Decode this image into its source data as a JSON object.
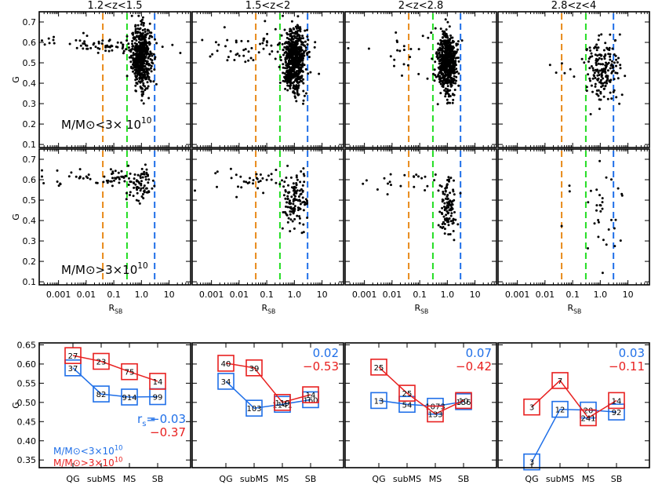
{
  "colors": {
    "qg": "#e88a1a",
    "subms": "#22dd22",
    "ms": "#1f6fe8",
    "low_mass": "#1f6fe8",
    "high_mass": "#e8201f",
    "points": "#000000"
  },
  "chart_data": [
    {
      "type": "scatter",
      "panel_grid": "2 rows x 4 columns",
      "row_labels": [
        "M/M⊙<3× 10^10",
        "M/M⊙>3×10^10"
      ],
      "column_titles": [
        "1.2<z<1.5",
        "1.5<z<2",
        "2<z<2.8",
        "2.8<z<4"
      ],
      "xlabel": "R_SB",
      "ylabel": "G",
      "xscale": "log",
      "xlim": [
        0.0002,
        60
      ],
      "ylim": [
        0.085,
        0.75
      ],
      "xtick_labels": [
        "0.001",
        "0.01",
        "0.1",
        "1.0",
        "10"
      ],
      "xticks": [
        0.001,
        0.01,
        0.1,
        1.0,
        10
      ],
      "yticks": [
        0.1,
        0.2,
        0.3,
        0.4,
        0.5,
        0.6,
        0.7
      ],
      "ytick_labels": [
        "0.1",
        "0.2",
        "0.3",
        "0.4",
        "0.5",
        "0.6",
        "0.7"
      ],
      "vertical_lines": [
        {
          "x": 0.04,
          "color": "qg",
          "style": "dashed"
        },
        {
          "x": 0.3,
          "color": "subms",
          "style": "dashed"
        },
        {
          "x": 3.0,
          "color": "ms",
          "style": "dashed"
        }
      ],
      "clusters": [
        [
          {
            "x": 1.0,
            "y": 0.53,
            "sx": 0.18,
            "sy": 0.075,
            "n": 550
          },
          {
            "x": 0.03,
            "y": 0.59,
            "sx": 1.0,
            "sy": 0.02,
            "n": 70
          }
        ],
        [
          {
            "x": 1.0,
            "y": 0.51,
            "sx": 0.2,
            "sy": 0.075,
            "n": 650
          },
          {
            "x": 0.05,
            "y": 0.56,
            "sx": 1.0,
            "sy": 0.05,
            "n": 60
          }
        ],
        [
          {
            "x": 1.0,
            "y": 0.5,
            "sx": 0.18,
            "sy": 0.075,
            "n": 600
          },
          {
            "x": 0.05,
            "y": 0.56,
            "sx": 1.0,
            "sy": 0.05,
            "n": 25
          }
        ],
        [
          {
            "x": 1.2,
            "y": 0.47,
            "sx": 0.3,
            "sy": 0.08,
            "n": 180
          },
          {
            "x": 0.05,
            "y": 0.44,
            "sx": 0.8,
            "sy": 0.05,
            "n": 6
          }
        ],
        [
          {
            "x": 1.0,
            "y": 0.58,
            "sx": 0.25,
            "sy": 0.04,
            "n": 70
          },
          {
            "x": 0.03,
            "y": 0.61,
            "sx": 0.9,
            "sy": 0.02,
            "n": 55
          }
        ],
        [
          {
            "x": 1.0,
            "y": 0.5,
            "sx": 0.22,
            "sy": 0.07,
            "n": 120
          },
          {
            "x": 0.05,
            "y": 0.6,
            "sx": 0.9,
            "sy": 0.025,
            "n": 40
          }
        ],
        [
          {
            "x": 1.1,
            "y": 0.45,
            "sx": 0.15,
            "sy": 0.07,
            "n": 110
          },
          {
            "x": 0.05,
            "y": 0.59,
            "sx": 0.9,
            "sy": 0.03,
            "n": 25
          }
        ],
        [
          {
            "x": 1.3,
            "y": 0.44,
            "sx": 0.3,
            "sy": 0.09,
            "n": 32
          },
          {
            "x": 0.04,
            "y": 0.48,
            "sx": 0.3,
            "sy": 0.06,
            "n": 3
          }
        ]
      ]
    },
    {
      "type": "line",
      "categories": [
        "QG",
        "subMS",
        "MS",
        "SB"
      ],
      "ylabel": "G",
      "ylim": [
        0.33,
        0.655
      ],
      "yticks": [
        0.35,
        0.4,
        0.45,
        0.5,
        0.55,
        0.6,
        0.65
      ],
      "ytick_labels": [
        "0.35",
        "0.40",
        "0.45",
        "0.50",
        "0.55",
        "0.60",
        "0.65"
      ],
      "legend": {
        "placement": "bottom-left",
        "entries": [
          {
            "label": "M/M⊙<3×10^10",
            "color": "low_mass"
          },
          {
            "label": "M/M⊙>3×10^10",
            "color": "high_mass"
          }
        ]
      },
      "rs_label": "r_s=",
      "panels": [
        {
          "z_range": "1.2<z<1.5",
          "rs_low": "−0.03",
          "rs_high": "−0.37",
          "low": {
            "values": [
              0.59,
              0.522,
              0.514,
              0.515
            ],
            "counts": [
              "37",
              "82",
              "914",
              "99"
            ]
          },
          "high": {
            "values": [
              0.622,
              0.607,
              0.58,
              0.555
            ],
            "counts": [
              "27",
              "23",
              "75",
              "14"
            ]
          }
        },
        {
          "z_range": "1.5<z<2",
          "rs_low": "0.02",
          "rs_high": "−0.53",
          "low": {
            "values": [
              0.555,
              0.485,
              0.495,
              0.507
            ],
            "counts": [
              "34",
              "103",
              "1141",
              "160"
            ]
          },
          "high": {
            "values": [
              0.602,
              0.59,
              0.5,
              0.52
            ],
            "counts": [
              "40",
              "39",
              "119",
              "14"
            ]
          }
        },
        {
          "z_range": "2<z<2.8",
          "rs_low": "0.07",
          "rs_high": "−0.42",
          "low": {
            "values": [
              0.505,
              0.495,
              0.49,
              0.502
            ],
            "counts": [
              "13",
              "54",
              "1073",
              "156"
            ]
          },
          "high": {
            "values": [
              0.592,
              0.524,
              0.47,
              0.505
            ],
            "counts": [
              "25",
              "25",
              "133",
              "10"
            ]
          }
        },
        {
          "z_range": "2.8<z<4",
          "rs_low": "0.03",
          "rs_high": "−0.11",
          "low": {
            "values": [
              0.345,
              0.482,
              0.48,
              0.475
            ],
            "counts": [
              "3",
              "12",
              "20",
              "92"
            ]
          },
          "high": {
            "values": [
              0.488,
              0.557,
              0.46,
              0.505
            ],
            "counts": [
              "3",
              "7",
              "241",
              "14"
            ]
          }
        }
      ]
    }
  ]
}
